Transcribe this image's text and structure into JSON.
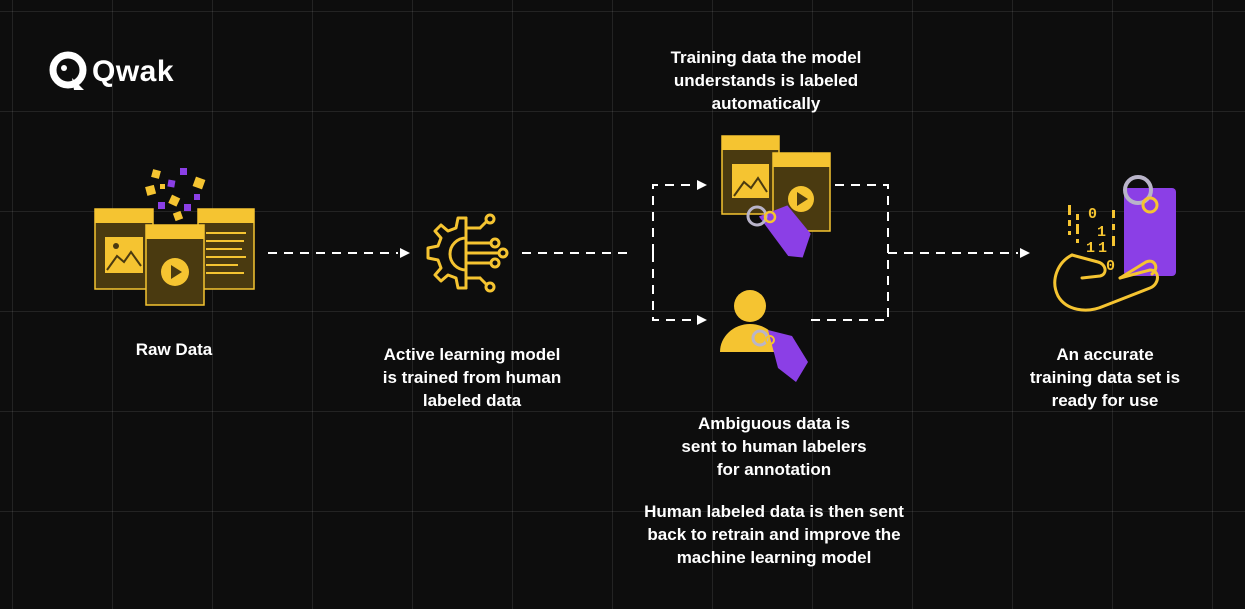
{
  "brand": {
    "name": "Qwak"
  },
  "steps": {
    "raw_data": "Raw Data",
    "active_learning_line1": "Active learning model",
    "active_learning_line2": "is trained from human",
    "active_learning_line3": "labeled data",
    "auto_label_line1": "Training data the model",
    "auto_label_line2": "understands is labeled",
    "auto_label_line3": "automatically",
    "ambiguous_line1": "Ambiguous data is",
    "ambiguous_line2": "sent to human labelers",
    "ambiguous_line3": "for annotation",
    "retrain_line1": "Human labeled data is then sent",
    "retrain_line2": "back to retrain and improve the",
    "retrain_line3": "machine learning model",
    "accurate_line1": "An accurate",
    "accurate_line2": "training data set is",
    "accurate_line3": "ready for use"
  },
  "binary_digits": [
    "0",
    "1",
    "1",
    "1",
    "0"
  ],
  "colors": {
    "background": "#0d0d0d",
    "accent_yellow": "#f5c431",
    "accent_purple": "#8b3fe6",
    "ring_gray": "#b9b4c9",
    "text": "#ffffff"
  },
  "icons": [
    "qwak-duck-logo",
    "raw-data-files-icon",
    "gear-circuit-icon",
    "labeled-media-icon",
    "human-labeler-icon",
    "hand-tag-icon"
  ]
}
